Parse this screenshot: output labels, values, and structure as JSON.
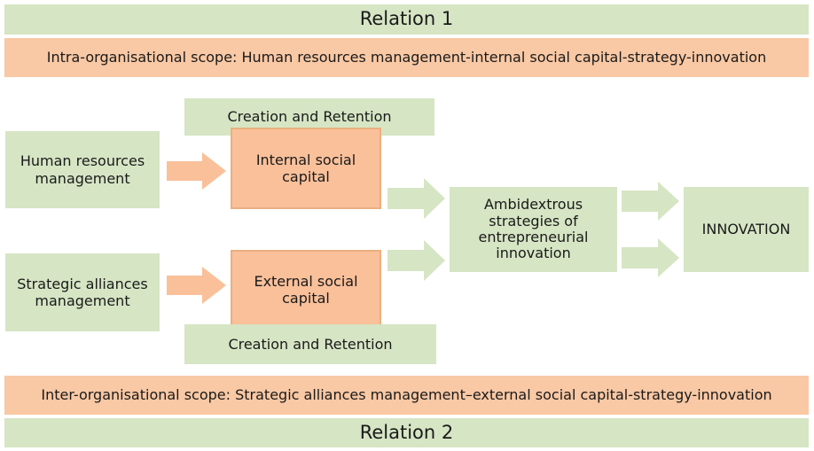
{
  "relation1": {
    "title": "Relation 1",
    "scope": "Intra-organisational scope: Human resources management-internal social capital-strategy-innovation"
  },
  "relation2": {
    "title": "Relation 2",
    "scope": "Inter-organisational scope: Strategic alliances management–external social capital-strategy-innovation"
  },
  "nodes": {
    "creation_top": "Creation and Retention",
    "creation_bottom": "Creation and Retention",
    "hrm_line1": "Human resources",
    "hrm_line2": "management",
    "sam_line1": "Strategic alliances",
    "sam_line2": "management",
    "isc_line1": "Internal social",
    "isc_line2": "capital",
    "esc_line1": "External social",
    "esc_line2": "capital",
    "amb_line1": "Ambidextrous",
    "amb_line2": "strategies of",
    "amb_line3": "entrepreneurial",
    "amb_line4": "innovation",
    "innovation": "INNOVATION"
  },
  "colors": {
    "green": "#d6e5c4",
    "orange": "#f9c8a4",
    "arrow_orange": "#f9c09a",
    "arrow_green": "#d6e5c4"
  }
}
